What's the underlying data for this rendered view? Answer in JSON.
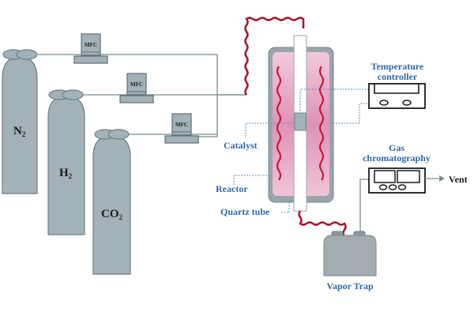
{
  "diagram": {
    "title": "CO2 hydrogenation reactor setup",
    "cylinders": [
      {
        "id": "n2",
        "label": "N",
        "sub": "2"
      },
      {
        "id": "h2",
        "label": "H",
        "sub": "2"
      },
      {
        "id": "co2",
        "label": "CO",
        "sub": "2"
      }
    ],
    "mfcs": [
      {
        "label": "MFC"
      },
      {
        "label": "MFC"
      },
      {
        "label": "MFC"
      }
    ],
    "labels": {
      "temperature_controller_line1": "Temperature",
      "temperature_controller_line2": "controller",
      "gas_chromatography_line1": "Gas",
      "gas_chromatography_line2": "chromatography",
      "vent": "Vent",
      "catalyst": "Catalyst",
      "reactor": "Reactor",
      "quartz_tube": "Quartz tube",
      "vapor_trap": "Vapor Trap"
    },
    "colors": {
      "cylinder": "#a3b1b8",
      "heater_wire": "#c8102e",
      "reactor_fill": "#e8a6c6",
      "label_blue": "#2d6aa8"
    }
  }
}
